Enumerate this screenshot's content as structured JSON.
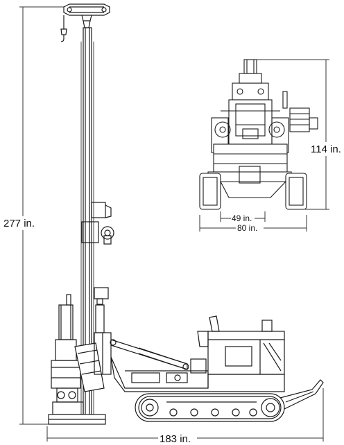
{
  "dimensions": {
    "total_height": "277 in.",
    "total_length": "183 in.",
    "front_height": "114 in.",
    "track_inner_width": "49 in.",
    "track_outer_width": "80 in."
  },
  "colors": {
    "line": "#1a1a1a",
    "dimension_line": "#333333",
    "background": "#ffffff"
  }
}
